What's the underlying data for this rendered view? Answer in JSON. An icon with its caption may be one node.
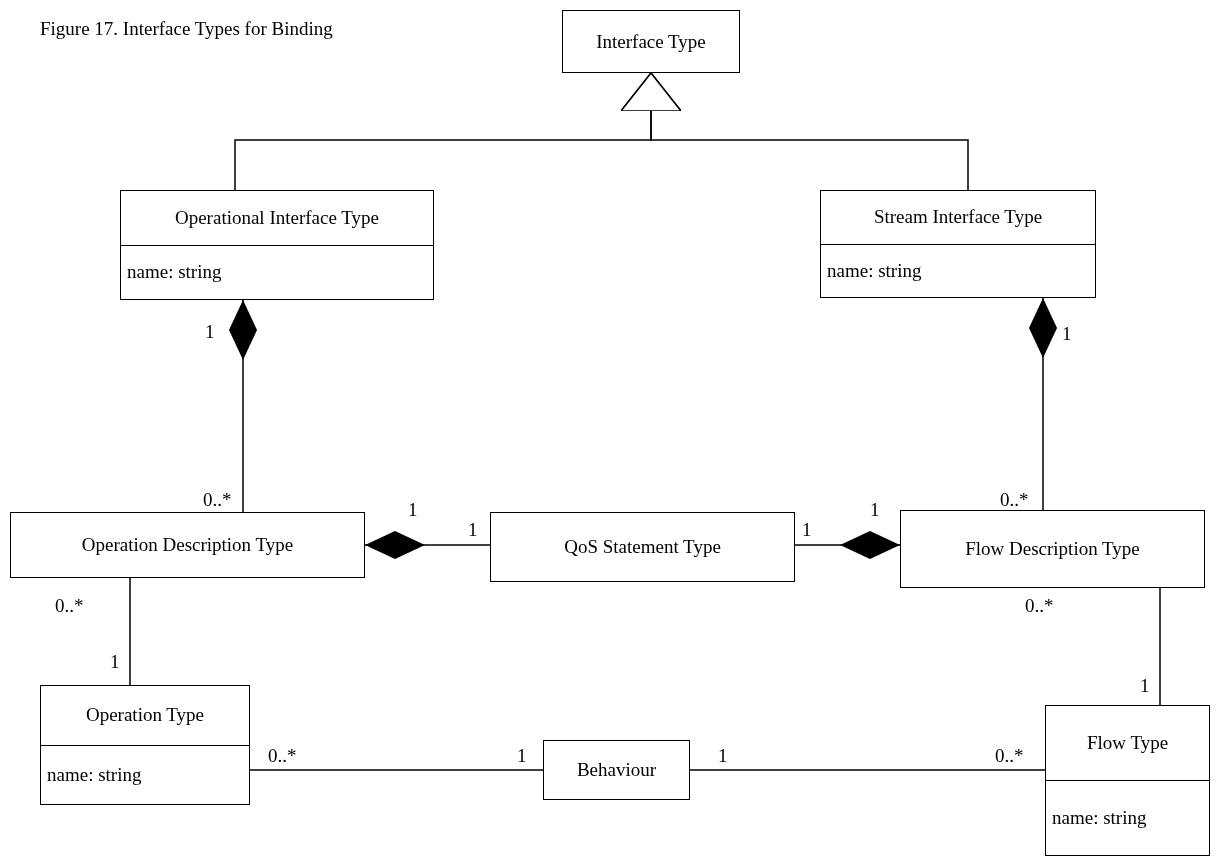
{
  "diagram": {
    "title": "Figure 17. Interface Types for Binding",
    "nodes": [
      {
        "text": [
          "Interface Type"
        ]
      },
      {
        "text": [
          "Operational Interface Type",
          "name: string"
        ]
      },
      {
        "text": [
          "Stream Interface Type",
          "name: string"
        ]
      },
      {
        "text": [
          "Operation Description Type"
        ]
      },
      {
        "text": [
          "QoS Statement Type"
        ]
      },
      {
        "text": [
          "Flow Description Type"
        ]
      },
      {
        "text": [
          "Operation Type",
          "name: string"
        ]
      },
      {
        "text": [
          "Behaviour"
        ]
      },
      {
        "text": [
          "Flow Type",
          "name: string"
        ]
      }
    ],
    "edges": [
      {
        "from": 1,
        "to": 0,
        "arrow": "to"
      },
      {
        "from": 2,
        "to": 0,
        "arrow": "to"
      },
      {
        "from": 3,
        "to": 1,
        "arrow": "other"
      },
      {
        "from": 5,
        "to": 2,
        "arrow": "other"
      },
      {
        "from": 4,
        "to": 3,
        "arrow": "other"
      },
      {
        "from": 4,
        "to": 5,
        "arrow": "other"
      },
      {
        "from": 3,
        "to": 6,
        "arrow": "none"
      },
      {
        "from": 6,
        "to": 7,
        "arrow": "none"
      },
      {
        "from": 7,
        "to": 8,
        "arrow": "none"
      },
      {
        "from": 5,
        "to": 8,
        "arrow": "none"
      }
    ],
    "labels": [
      "1",
      "1",
      "1",
      "1",
      "0..*",
      "0..*",
      "1",
      "1",
      "0..*",
      "0..*",
      "1",
      "1",
      "0..*",
      "1",
      "1",
      "0..*"
    ]
  }
}
